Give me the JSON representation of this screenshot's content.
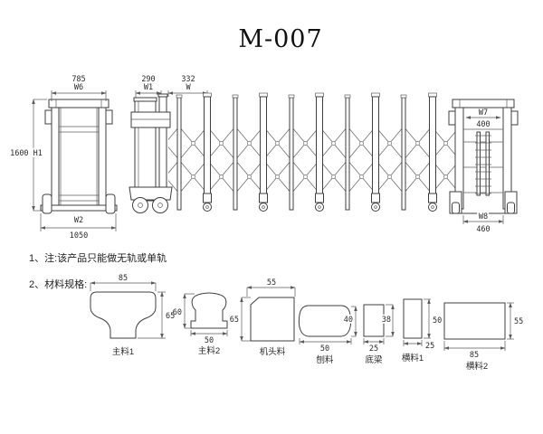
{
  "title": "M-007",
  "notes": {
    "line1": "1、注:该产品只能做无轨或单轨",
    "line2": "2、材料规格:"
  },
  "elevation": {
    "left_post": {
      "top_dim": "785",
      "top_label": "W6",
      "height_dim": "1600 H1",
      "bottom_label": "W2",
      "bottom_dim": "1050"
    },
    "head_unit": {
      "top_dim": "290",
      "top_label": "W1"
    },
    "section": {
      "top_dim": "332",
      "top_label": "W"
    },
    "end_post": {
      "inner_label": "W7",
      "inner_dim": "400",
      "bottom_label": "W8",
      "bottom_dim": "460"
    }
  },
  "profiles": [
    {
      "name": "主料1",
      "width": "85",
      "height": "65"
    },
    {
      "name": "主料2",
      "width": "50",
      "height": "60"
    },
    {
      "name": "机头料",
      "width": "55",
      "height": "65"
    },
    {
      "name": "刨料",
      "width": "50",
      "height": "40"
    },
    {
      "name": "底梁",
      "width": "25",
      "height": "38"
    },
    {
      "name": "横料1",
      "width": "25",
      "height": "50"
    },
    {
      "name": "横料2",
      "width": "85",
      "height": "55"
    }
  ],
  "colors": {
    "line": "#3f3f3f",
    "dim_line": "#5a5a5a",
    "mesh": "#6a6a6a",
    "text": "#2b2b2b",
    "background": "#ffffff"
  }
}
